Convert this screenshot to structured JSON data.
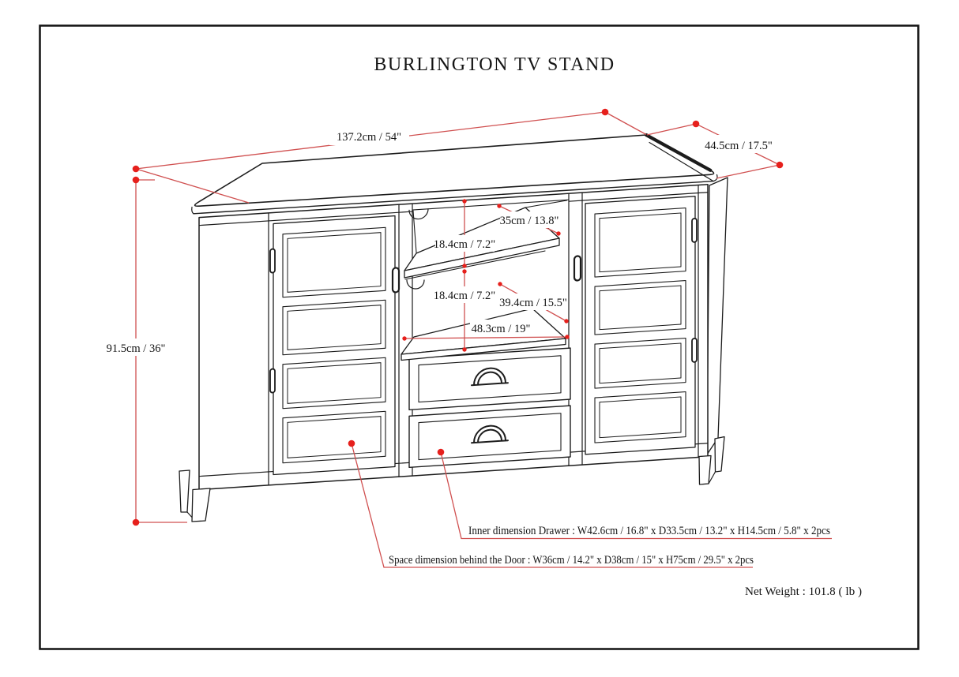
{
  "drawing": {
    "title": "BURLINGTON TV STAND"
  },
  "dimensions": {
    "overall_width": "137.2cm / 54\"",
    "overall_depth": "44.5cm / 17.5\"",
    "overall_height": "91.5cm / 36\"",
    "shelf_depth": "35cm / 13.8\"",
    "upper_shelf_clearance": "18.4cm / 7.2\"",
    "lower_shelf_clearance": "18.4cm / 7.2\"",
    "lower_shelf_depth": "39.4cm / 15.5\"",
    "center_opening_width": "48.3cm / 19\""
  },
  "notes": {
    "drawer_inner": "Inner dimension Drawer : W42.6cm / 16.8\" x D33.5cm / 13.2\" x H14.5cm / 5.8\" x 2pcs",
    "door_space": "Space dimension behind the Door  : W36cm / 14.2\" x D38cm / 15\" x H75cm / 29.5\" x 2pcs",
    "net_weight": "Net Weight : 101.8 ( lb )"
  },
  "colors": {
    "line": "#1c1c1c",
    "dimension_line": "#d05050",
    "dimension_dot": "#e6201c",
    "background": "#ffffff"
  }
}
